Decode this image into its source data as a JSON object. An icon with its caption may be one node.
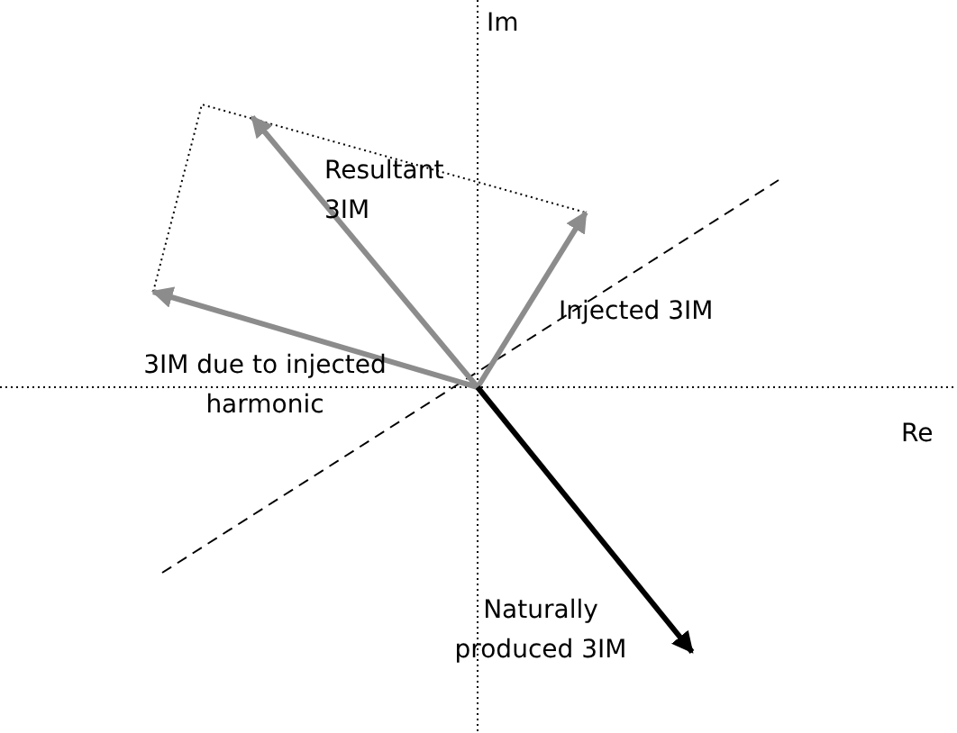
{
  "diagram": {
    "labels": [
      "Im",
      "Resultant 3IM",
      "Injected 3IM",
      "3IM due to injected harmonic",
      "Re",
      "Naturally produced 3IM"
    ]
  }
}
